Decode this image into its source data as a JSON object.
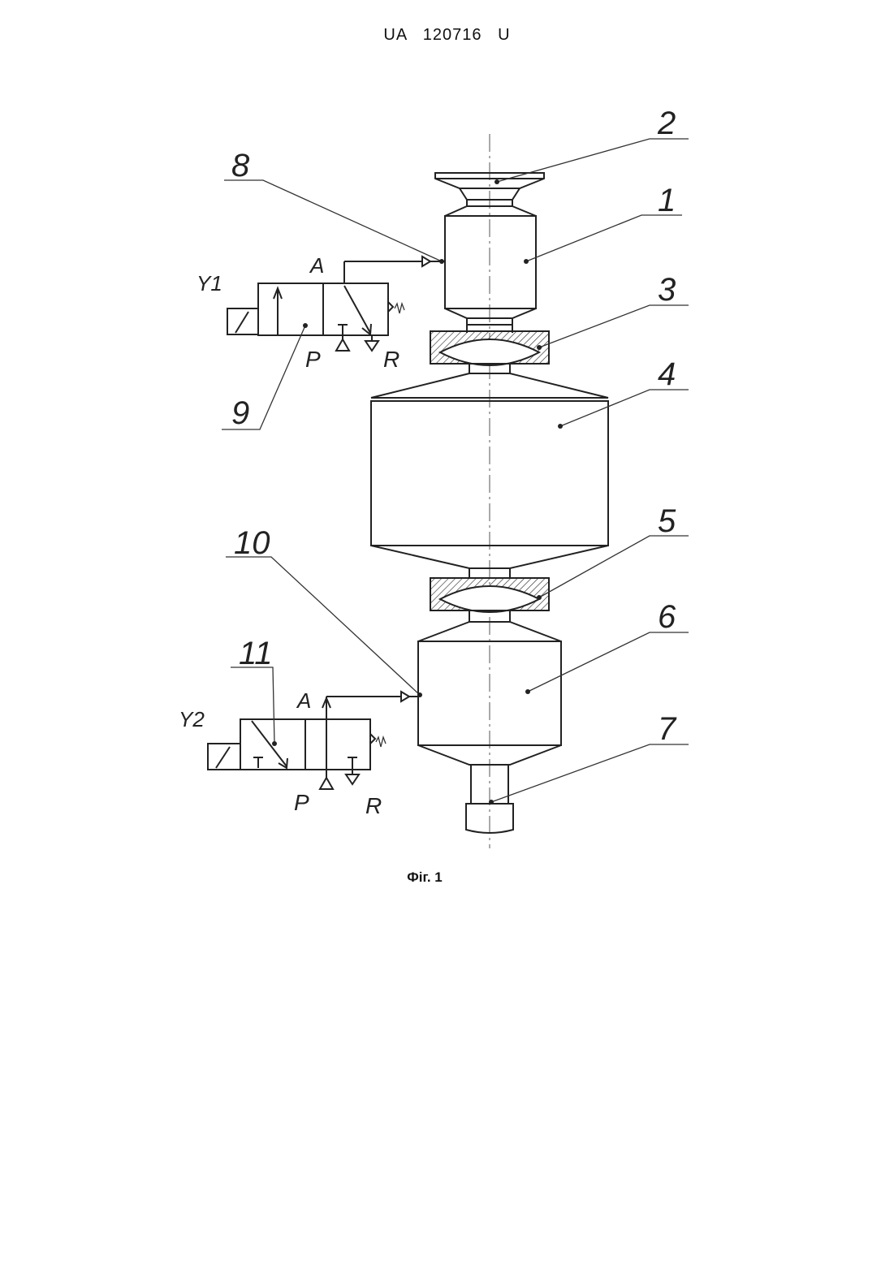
{
  "header": {
    "doc_number": "UA   120716   U"
  },
  "caption": {
    "figure_label": "Фіг. 1"
  },
  "callouts": {
    "c1": "1",
    "c2": "2",
    "c3": "3",
    "c4": "4",
    "c5": "5",
    "c6": "6",
    "c7": "7",
    "c8": "8",
    "c9": "9",
    "c10": "10",
    "c11": "11"
  },
  "valve_top": {
    "coil": "Y1",
    "port_a": "A",
    "port_p": "P",
    "port_r": "R"
  },
  "valve_bottom": {
    "coil": "Y2",
    "port_a": "A",
    "port_p": "P",
    "port_r": "R"
  }
}
